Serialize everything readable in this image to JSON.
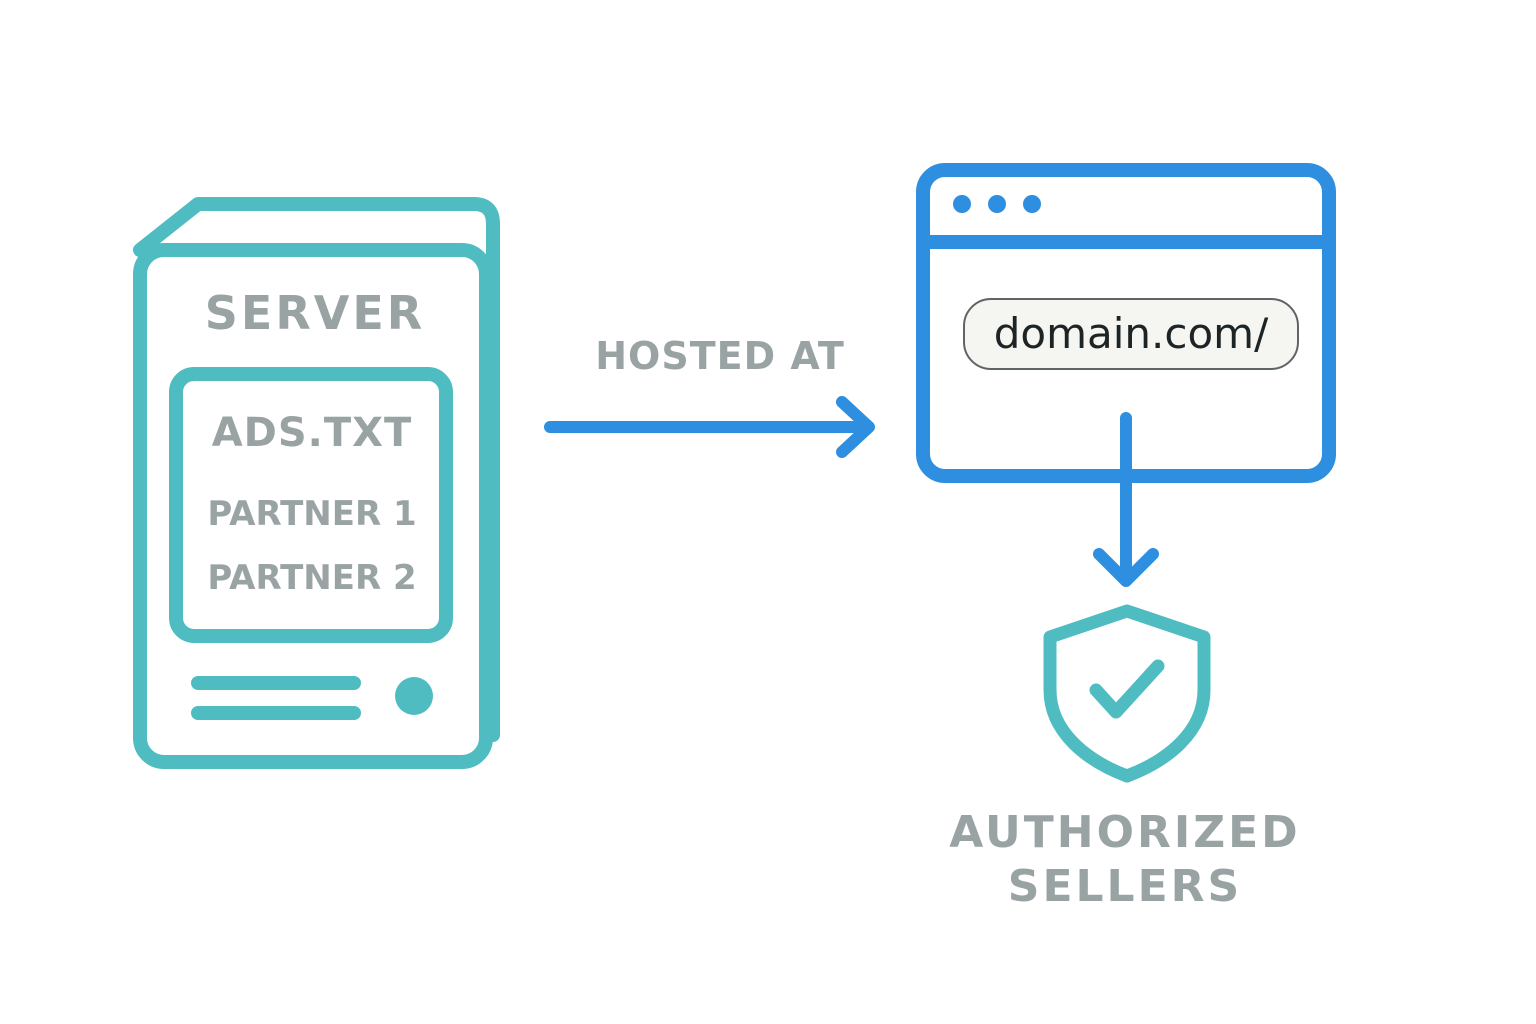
{
  "server": {
    "title": "SERVER",
    "file": {
      "name": "ADS.TXT",
      "entries": [
        "PARTNER 1",
        "PARTNER 2"
      ]
    }
  },
  "connector": {
    "label": "HOSTED AT"
  },
  "browser": {
    "url": "domain.com/"
  },
  "result": {
    "label_line1": "AUTHORIZED",
    "label_line2": "SELLERS"
  },
  "colors": {
    "server_teal": "#4fbcc2",
    "browser_blue": "#2e8fe0",
    "label_gray": "#9aa3a3",
    "url_text": "#1c2426"
  },
  "icons": [
    "server-icon",
    "browser-window-icon",
    "shield-check-icon",
    "arrow-right-icon",
    "arrow-down-icon"
  ]
}
